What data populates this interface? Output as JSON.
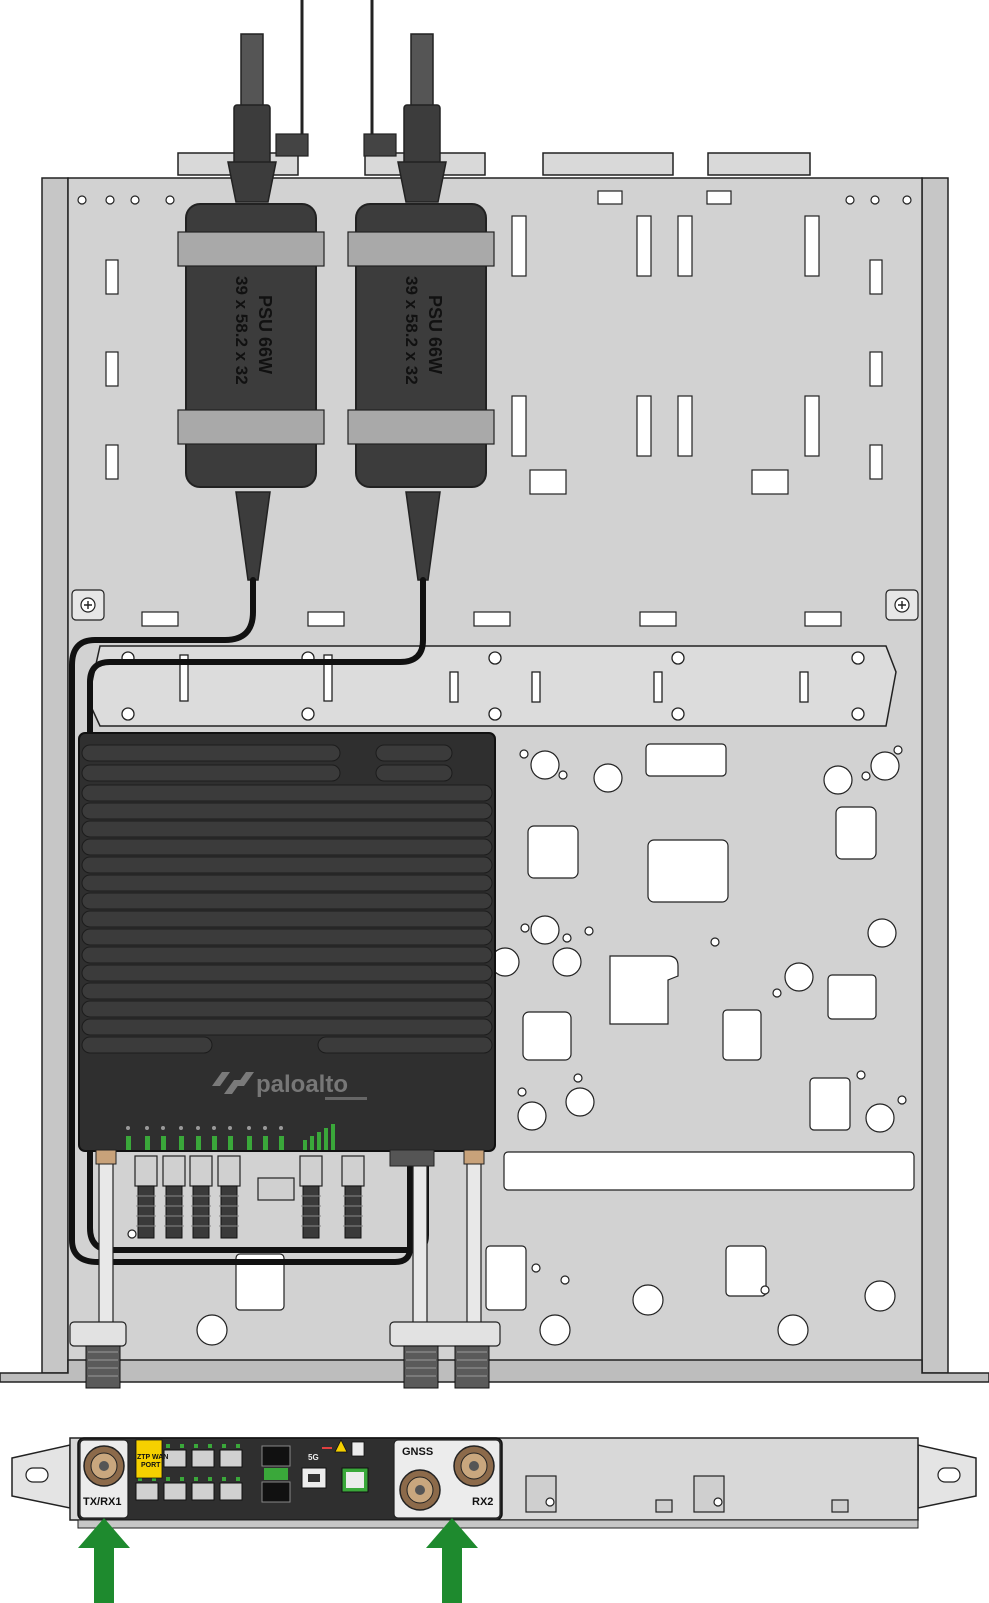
{
  "psu_left": {
    "line1": "PSU 66W",
    "line2": "39 x 58.2 x 32"
  },
  "psu_right": {
    "line1": "PSU 66W",
    "line2": "39 x 58.2 x 32"
  },
  "device": {
    "brand": "paloalto"
  },
  "front_panel": {
    "port_tx_rx1": "TX/RX1",
    "port_gnss": "GNSS",
    "port_rx2": "RX2",
    "ztp_label_line1": "ZTP WAN",
    "ztp_label_line2": "PORT",
    "fiveg_label": "5G"
  },
  "colors": {
    "chassis": "#d2d2d2",
    "outline": "#222222",
    "psu_body": "#3c3c3c",
    "psu_band": "#a9a9a9",
    "device_body": "#2f2f2f",
    "led_green": "#3aa83a",
    "ztp_yellow": "#f5d000",
    "arrow_green": "#1e8a2e"
  }
}
